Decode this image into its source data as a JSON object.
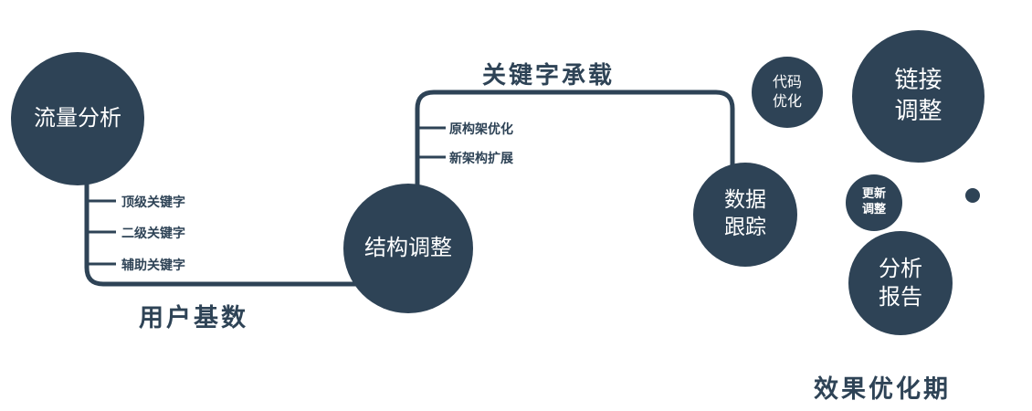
{
  "diagram": {
    "accent_color": "#2e4356",
    "nodes": {
      "traffic": {
        "label": "流量分析"
      },
      "structure": {
        "label": "结构调整"
      },
      "data_tracking": {
        "label": "数据\n跟踪"
      },
      "code_optimization": {
        "label": "代码\n优化"
      },
      "link_adjustment": {
        "label": "链接\n调整"
      },
      "update_adjustment": {
        "label": "更新\n调整"
      },
      "analysis_report": {
        "label": "分析\n报告"
      }
    },
    "keyword_branches": [
      "顶级关键字",
      "二级关键字",
      "辅助关键字"
    ],
    "architecture_branches": [
      "原构架优化",
      "新架构扩展"
    ],
    "edge_labels": {
      "user_base": "用户基数",
      "keyword_carrying": "关键字承载"
    },
    "footer_label": "效果优化期"
  }
}
